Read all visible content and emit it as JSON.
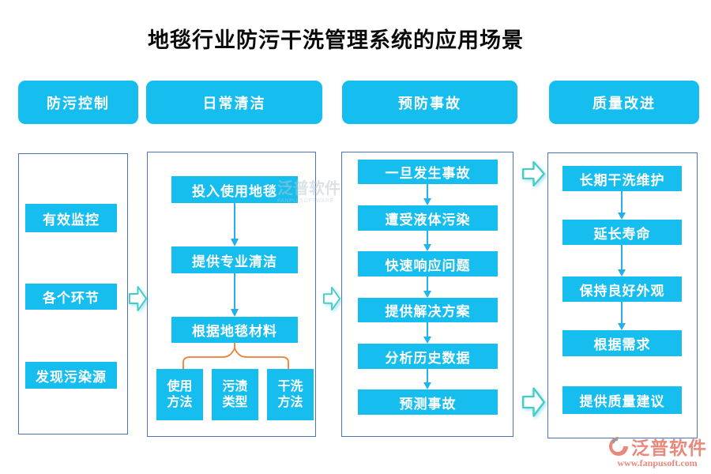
{
  "title": "地毯行业防污干洗管理系统的应用场景",
  "columns": [
    {
      "header": "防污控制",
      "items": [
        "有效监控",
        "各个环节",
        "发现污染源"
      ]
    },
    {
      "header": "日常清洁",
      "items": [
        "投入使用地毯",
        "提供专业清洁",
        "根据地毯材料"
      ],
      "sub_items": [
        {
          "line1": "使用",
          "line2": "方法"
        },
        {
          "line1": "污渍",
          "line2": "类型"
        },
        {
          "line1": "干洗",
          "line2": "方法"
        }
      ]
    },
    {
      "header": "预防事故",
      "items": [
        "一旦发生事故",
        "遭受液体污染",
        "快速响应问题",
        "提供解决方案",
        "分析历史数据",
        "预测事故"
      ]
    },
    {
      "header": "质量改进",
      "items": [
        "长期干洗维护",
        "延长寿命",
        "保持良好外观",
        "根据需求",
        "提供质量建议"
      ]
    }
  ],
  "watermark": {
    "text": "泛普软件",
    "subtext": "FANPU SOFTWARE"
  },
  "logo": {
    "brand": "泛普软件",
    "url": "www.fanpusoft.com"
  },
  "colors": {
    "node_cyan": "#16BEF0",
    "panel_border_blue": "#4A74C0",
    "flow_arrow_teal": "#3FCFC5",
    "down_arrow_blue": "#25AEE8",
    "branch_orange": "#ED7D31",
    "logo_coral": "#E9897B"
  }
}
